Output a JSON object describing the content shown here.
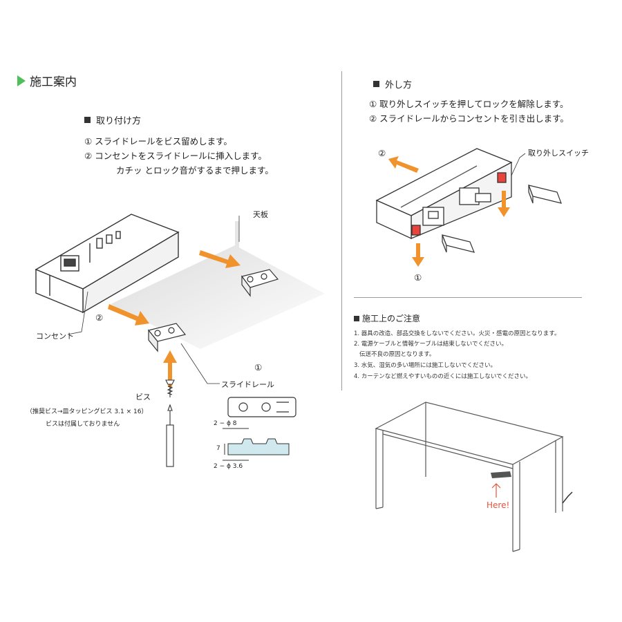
{
  "page_title": "施工案内",
  "install": {
    "heading": "取り付け方",
    "steps": [
      "① スライドレールをビス留めします。",
      "② コンセントをスライドレールに挿入します。",
      "カチッ とロック音がするまで押します。"
    ],
    "labels": {
      "tenban": "天板",
      "consent": "コンセント",
      "num2": "②",
      "num1": "①",
      "slide_rail": "スライドレール",
      "bis": "ビス",
      "bis_note1": "（推奨ビス→皿タッピングビス 3.1 × 16）",
      "bis_note2": "ビスは付属しておりません",
      "dim_phi8": "2 − ϕ 8",
      "dim_7": "7",
      "dim_phi36": "2 − ϕ 3.6"
    }
  },
  "remove": {
    "heading": "外し方",
    "steps": [
      "① 取り外しスイッチを押してロックを解除します。",
      "② スライドレールからコンセントを引き出します。"
    ],
    "labels": {
      "num2": "②",
      "num1": "①",
      "switch": "取り外しスイッチ"
    }
  },
  "cautions": {
    "heading": "施工上のご注意",
    "items": [
      "1. 器具の改造、部品交換をしないでください。火災・感電の原因となります。",
      "2. 電源ケーブルと情報ケーブルは結束しないでください。",
      "伝送不良の原因となります。",
      "3. 水気、湿気の多い場所には施工しないでください。",
      "4. カーテンなど燃えやすいものの近くには施工しないでください。"
    ]
  },
  "here_label": "Here!",
  "colors": {
    "accent_green": "#4fbf5a",
    "arrow_orange": "#f0932c",
    "switch_red": "#e8443c",
    "here_red": "#e0543c"
  }
}
